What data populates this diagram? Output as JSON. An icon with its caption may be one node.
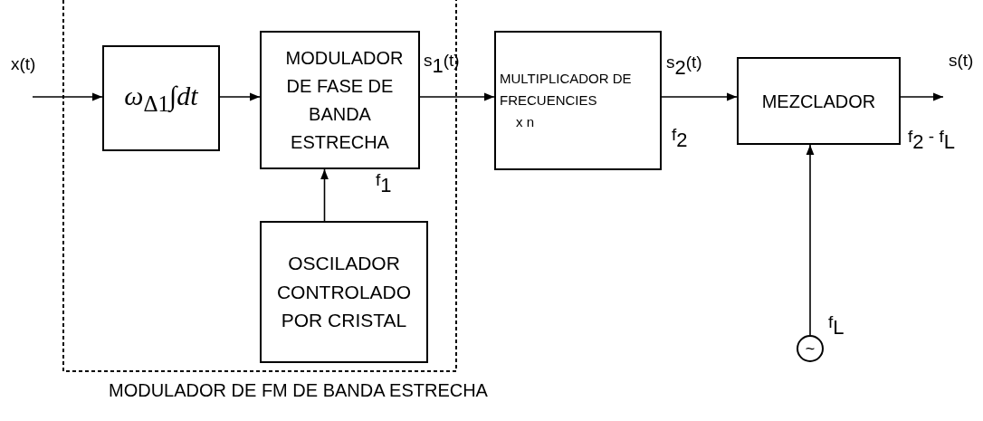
{
  "diagram": {
    "nodes": [
      {
        "text": [
          "MODULADOR DE FM DE BANDA ESTRECHA"
        ]
      },
      {
        "text": [
          "*ω*$_{Δ1}$∫*dt*"
        ],
        "in": 0
      },
      {
        "text": [
          "MODULADOR DE FASE DE BANDA ESTRECHA"
        ],
        "in": 0
      },
      {
        "text": [
          "OSCILADOR CONTROLADO POR CRISTAL"
        ],
        "in": 0
      },
      {
        "text": [
          "MULTIPLICADOR DE FRECUENCIES",
          "x n"
        ]
      },
      {
        "text": [
          "MEZCLADOR"
        ]
      },
      {
        "text": [
          "~"
        ]
      }
    ],
    "edges": [
      {
        "from": null,
        "to": 1,
        "arrow": "to"
      },
      {
        "from": 1,
        "to": 2,
        "arrow": "to"
      },
      {
        "from": 2,
        "to": 4,
        "arrow": "to"
      },
      {
        "from": 3,
        "to": 2,
        "arrow": "to"
      },
      {
        "from": 4,
        "to": 5,
        "arrow": "to"
      },
      {
        "from": 5,
        "to": null,
        "arrow": "to"
      },
      {
        "from": 6,
        "to": 5,
        "arrow": "to"
      }
    ],
    "labels": [
      "x(t)",
      "s$_{1}$(t)",
      "f$_{1}$",
      "s$_{2}$(t)",
      "f$_{2}$",
      "s(t)",
      "f$_{2}$ - f$_{L}$",
      "f$_{L}$"
    ]
  }
}
